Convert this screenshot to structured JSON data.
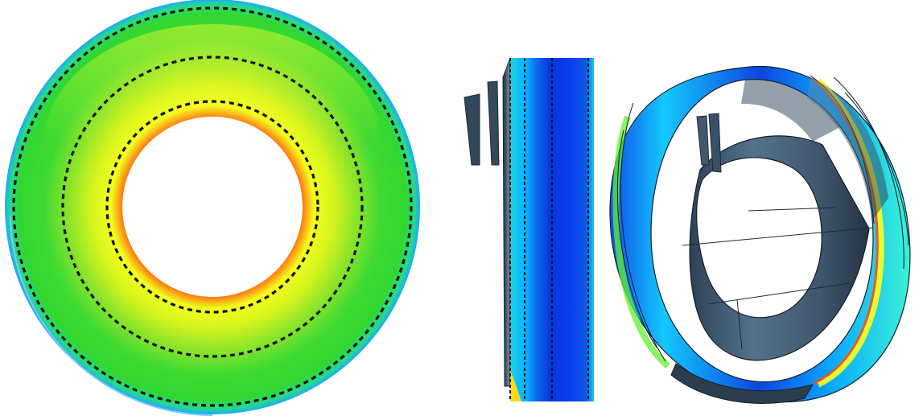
{
  "figure": {
    "panels": [
      {
        "id": "front-view",
        "kind": "annular disk contour plot",
        "dashed_circles": 3
      },
      {
        "id": "side-view",
        "kind": "cross-section strip contour plot",
        "dashed_lines": 4
      },
      {
        "id": "iso-view",
        "kind": "3D cutaway ring with inner cone"
      }
    ],
    "colors": {
      "background": "#ffffff",
      "steel": "#3d5367",
      "steel_light": "#5a7791",
      "steel_dark": "#243443",
      "green": "#35d62f",
      "yellow": "#d8f21a",
      "orange": "#ff7f12",
      "blue": "#0b39d8",
      "cyan": "#23d9f7",
      "dash": "#111111"
    }
  }
}
